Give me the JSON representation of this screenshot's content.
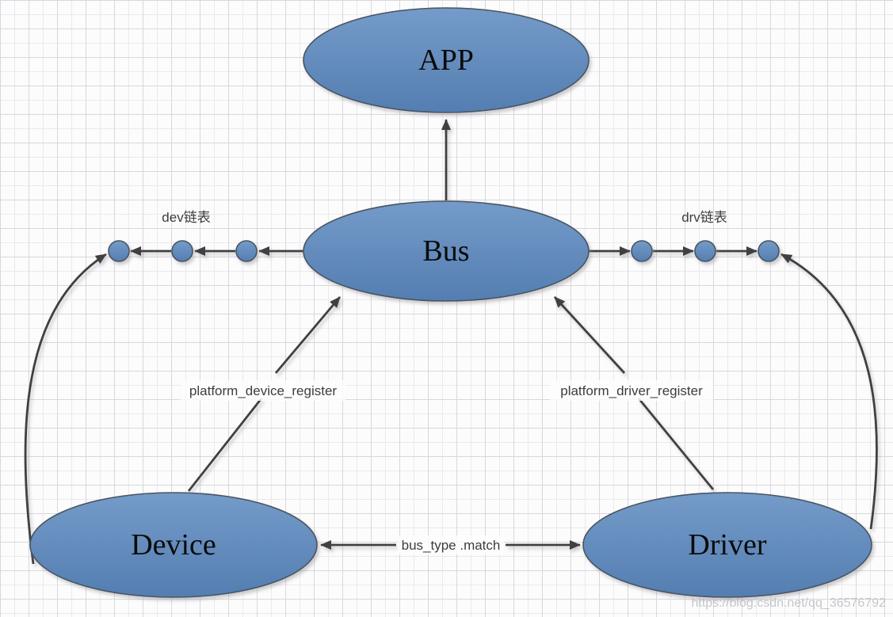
{
  "nodes": {
    "app": {
      "label": "APP"
    },
    "bus": {
      "label": "Bus"
    },
    "device": {
      "label": "Device"
    },
    "driver": {
      "label": "Driver"
    }
  },
  "labels": {
    "dev_list": "dev链表",
    "drv_list": "drv链表",
    "device_register": "platform_device_register",
    "driver_register": "platform_driver_register",
    "bus_match": "bus_type .match"
  },
  "watermark": "https://blog.csdn.net/qq_36576792",
  "colors": {
    "node_fill_top": "#749BC9",
    "node_fill_bottom": "#547EB1",
    "node_border": "#4A545E",
    "arrow": "#404040",
    "label_text": "#3D3D3D",
    "watermark_text": "#AAAAB0"
  }
}
